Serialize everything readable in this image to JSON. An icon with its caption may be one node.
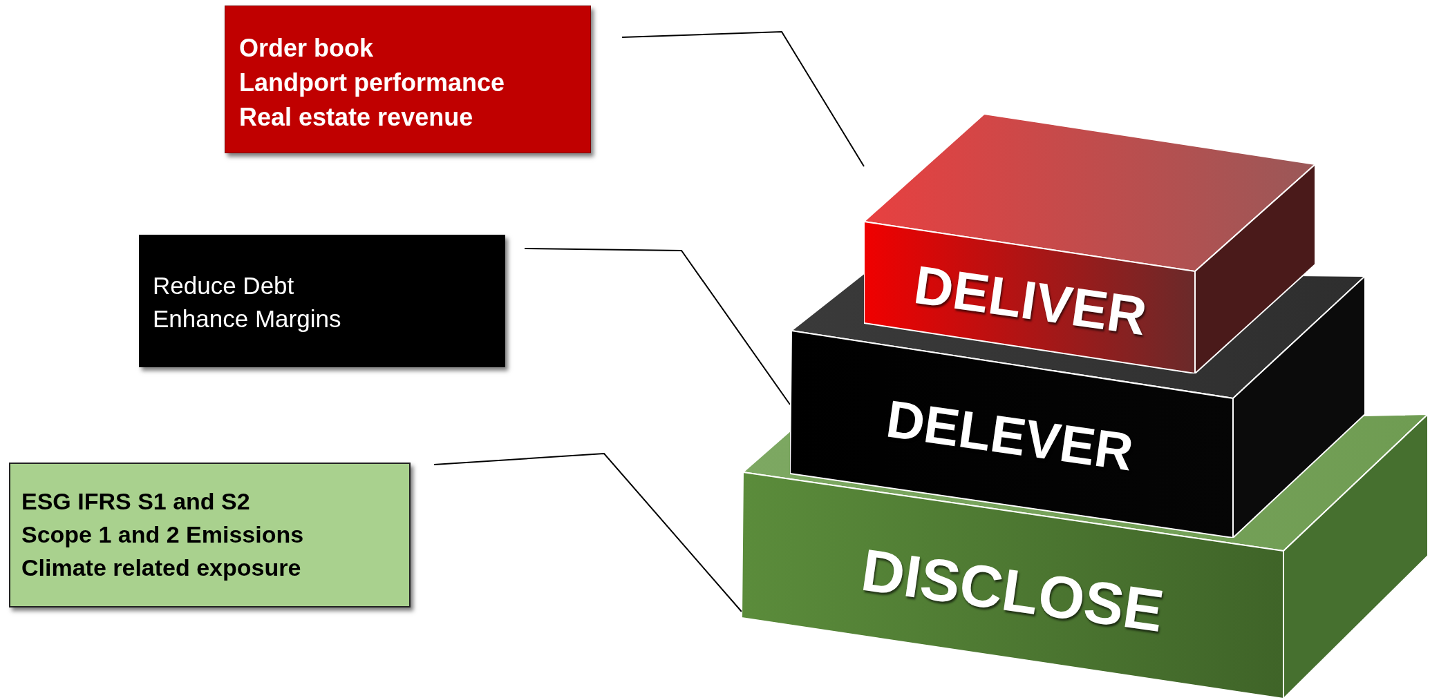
{
  "diagram": {
    "nodes": [
      {
        "text": [
          "Order book",
          "Landport performance",
          "Real estate revenue"
        ]
      },
      {
        "text": [
          "Reduce Debt",
          "Enhance Margins"
        ]
      },
      {
        "text": [
          "ESG IFRS S1 and S2",
          "Scope 1 and 2 Emissions",
          "Climate related exposure"
        ]
      },
      {
        "text": [
          "DELIVER"
        ]
      },
      {
        "text": [
          "DELEVER"
        ]
      },
      {
        "text": [
          "DISCLOSE"
        ]
      }
    ],
    "edges": [
      {
        "from": 0,
        "to": 3,
        "arrow": "none"
      },
      {
        "from": 1,
        "to": 4,
        "arrow": "none"
      },
      {
        "from": 2,
        "to": 5,
        "arrow": "none"
      }
    ]
  }
}
